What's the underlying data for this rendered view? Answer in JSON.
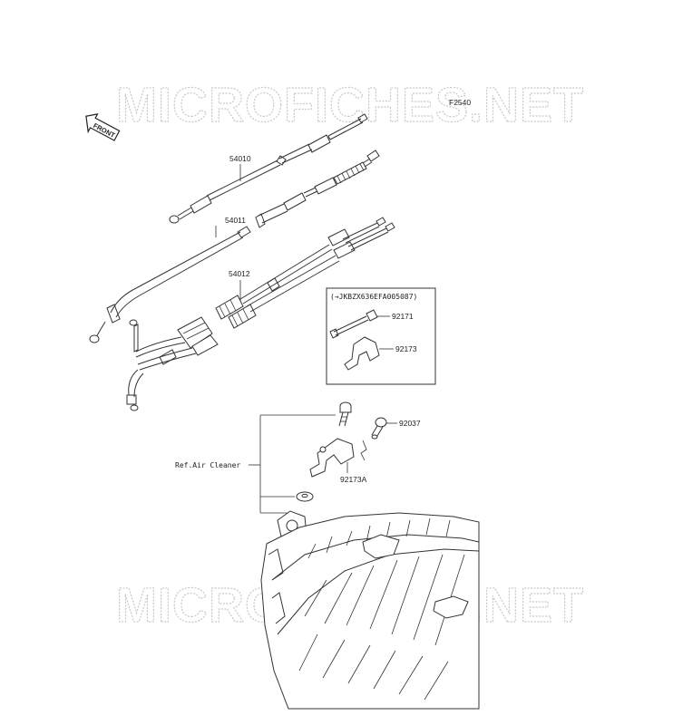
{
  "watermark": "MICROFICHES.NET",
  "diagram_code": "F2540",
  "front_label": "FRONT",
  "parts": [
    {
      "number": "54010"
    },
    {
      "number": "54011"
    },
    {
      "number": "54012"
    },
    {
      "number": "92171"
    },
    {
      "number": "92173"
    },
    {
      "number": "92037"
    },
    {
      "number": "92173A"
    }
  ],
  "inset_condition": "(→JKBZX636EFA005087)",
  "reference_label": "Ref.Air Cleaner"
}
